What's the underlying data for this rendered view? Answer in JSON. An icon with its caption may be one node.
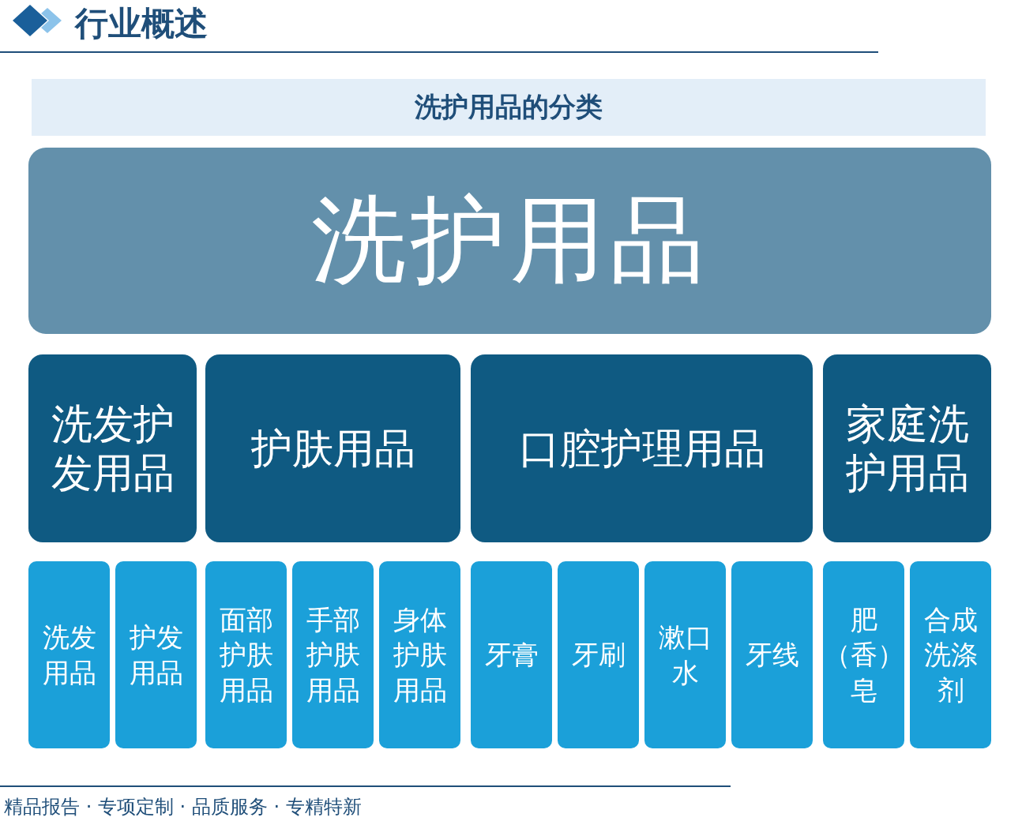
{
  "diagram": {
    "title": "行业概述",
    "nodes": [
      {
        "text": [
          "洗护用品的分类"
        ]
      },
      {
        "text": [
          "洗护用品"
        ]
      },
      {
        "text": [
          "洗发护发用品"
        ]
      },
      {
        "text": [
          "护肤用品"
        ]
      },
      {
        "text": [
          "口腔护理用品"
        ]
      },
      {
        "text": [
          "家庭洗护用品"
        ]
      },
      {
        "text": [
          "洗发用品"
        ]
      },
      {
        "text": [
          "护发用品"
        ]
      },
      {
        "text": [
          "面部护肤用品"
        ]
      },
      {
        "text": [
          "手部护肤用品"
        ]
      },
      {
        "text": [
          "身体护肤用品"
        ]
      },
      {
        "text": [
          "牙膏"
        ]
      },
      {
        "text": [
          "牙刷"
        ]
      },
      {
        "text": [
          "漱口水"
        ]
      },
      {
        "text": [
          "牙线"
        ]
      },
      {
        "text": [
          "肥（香）皂"
        ]
      },
      {
        "text": [
          "合成洗涤剂"
        ]
      }
    ],
    "edges": [],
    "labels": [
      "精品报告 · 专项定制 · 品质服务 · 专精特新"
    ]
  }
}
